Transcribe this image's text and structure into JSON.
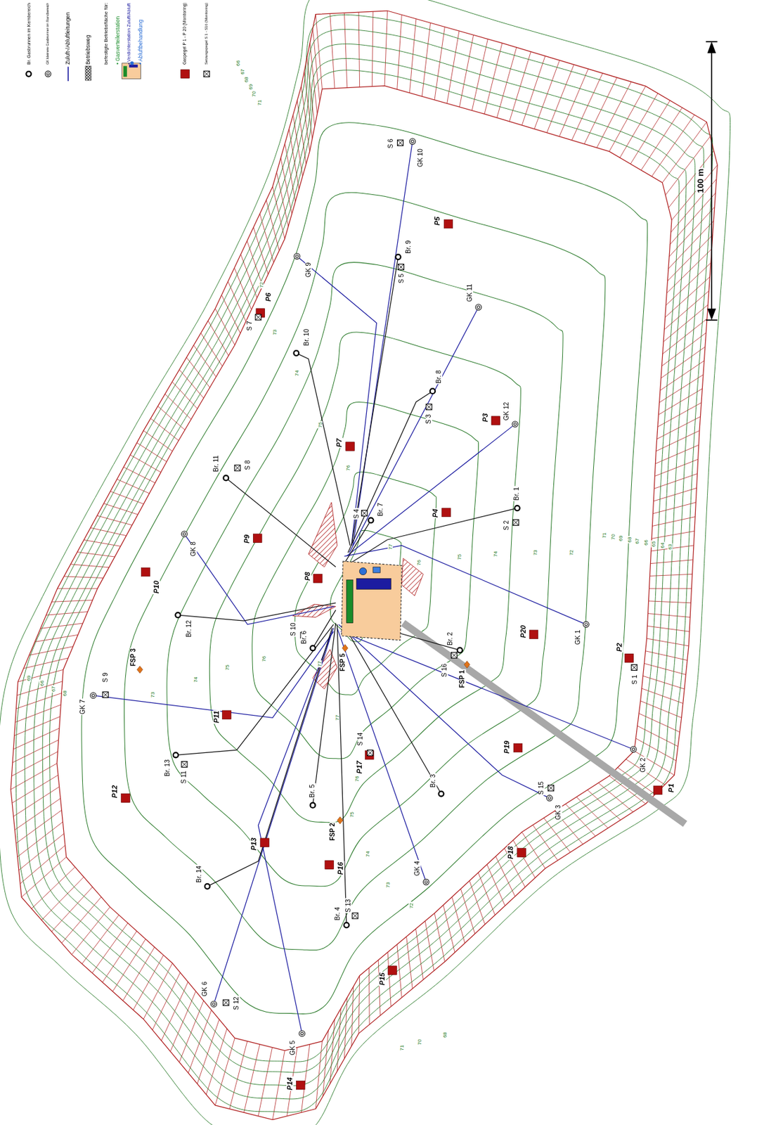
{
  "diagram": {
    "labels": [
      "Br. 1",
      "Br. 2",
      "Br. 3",
      "Br. 4",
      "Br. 5",
      "Br. 6",
      "Br. 7",
      "Br. 8",
      "Br. 9",
      "Br. 10",
      "Br. 11",
      "Br. 12",
      "Br. 13",
      "Br. 14",
      "GK 1",
      "GK 2",
      "GK 3",
      "GK 4",
      "GK 5",
      "GK 6",
      "GK 7",
      "GK 8",
      "GK 9",
      "GK 10",
      "GK 11",
      "GK 12",
      "P1",
      "P2",
      "P3",
      "P4",
      "P5",
      "P6",
      "P7",
      "P8",
      "P9",
      "P10",
      "P11",
      "P12",
      "P13",
      "P14",
      "P15",
      "P16",
      "P17",
      "P18",
      "P19",
      "P20",
      "S 1",
      "S 2",
      "S 3",
      "S 4",
      "S 5",
      "S 6",
      "S 7",
      "S 8",
      "S 9",
      "S 10",
      "S 11",
      "S 12",
      "S 13",
      "S 14",
      "S 15",
      "S 16",
      "FSP 1",
      "FSP 2",
      "FSP 3",
      "FSP 5",
      "69",
      "66",
      "67",
      "68",
      "66",
      "67",
      "68",
      "69",
      "70",
      "71",
      "71",
      "70",
      "69",
      "68",
      "67",
      "66",
      "65",
      "64",
      "63",
      "71",
      "70",
      "68",
      "72",
      "73",
      "74",
      "75",
      "76",
      "73",
      "74",
      "75",
      "76",
      "77",
      "77",
      "76",
      "75",
      "74",
      "73",
      "72",
      "77",
      "76",
      "75",
      "74",
      "73",
      "72",
      "100 m"
    ],
    "legend": [
      {
        "text": "Br. Gasbrunnen im Kernbereich"
      },
      {
        "text": "GK kleinere Gasbrunnen im Randbereich"
      },
      {
        "text": "Zuluft-/Abluftleitungen"
      },
      {
        "text": "Betriebsweg"
      },
      {
        "text": "befestigte Betriebsfläche für:"
      },
      {
        "text": "• Gasverteilerstation"
      },
      {
        "text": "• Verdichterstation Zuluft/Abluft"
      },
      {
        "text": "• Abluftbehandlung"
      },
      {
        "text": "Gaspegel P 1 - P 20 (Monitoring)"
      },
      {
        "text": "Setzungspegel S 1 - S16 (Monitoring)"
      }
    ]
  }
}
